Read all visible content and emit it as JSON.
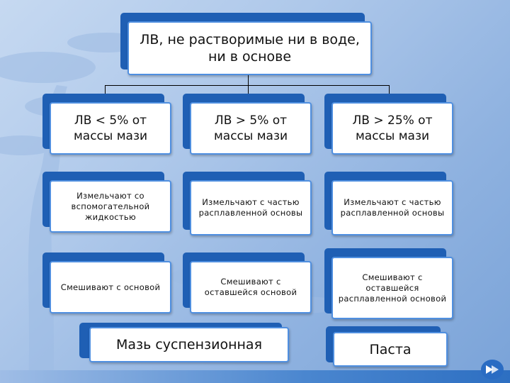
{
  "diagram": {
    "root": {
      "text": "ЛВ, не растворимые ни в воде, ни в основе"
    },
    "columns": [
      {
        "header": "ЛВ < 5% от массы мази",
        "step1": "Измельчают со вспомогательной жидкостью",
        "step2": "Смешивают с основой"
      },
      {
        "header": "ЛВ > 5% от массы мази",
        "step1": "Измельчают с частью расплавленной основы",
        "step2": "Смешивают с оставшейся основой"
      },
      {
        "header": "ЛВ > 25% от массы мази",
        "step1": "Измельчают с частью расплавленной основы",
        "step2": "Смешивают с оставшейся расплавленной основой"
      }
    ],
    "results": {
      "suspension": "Мазь суспензионная",
      "paste": "Паста"
    }
  },
  "colors": {
    "box_shadow": "#1f5fb4",
    "box_border": "#4f8fe0",
    "background": "#aec8ea"
  }
}
